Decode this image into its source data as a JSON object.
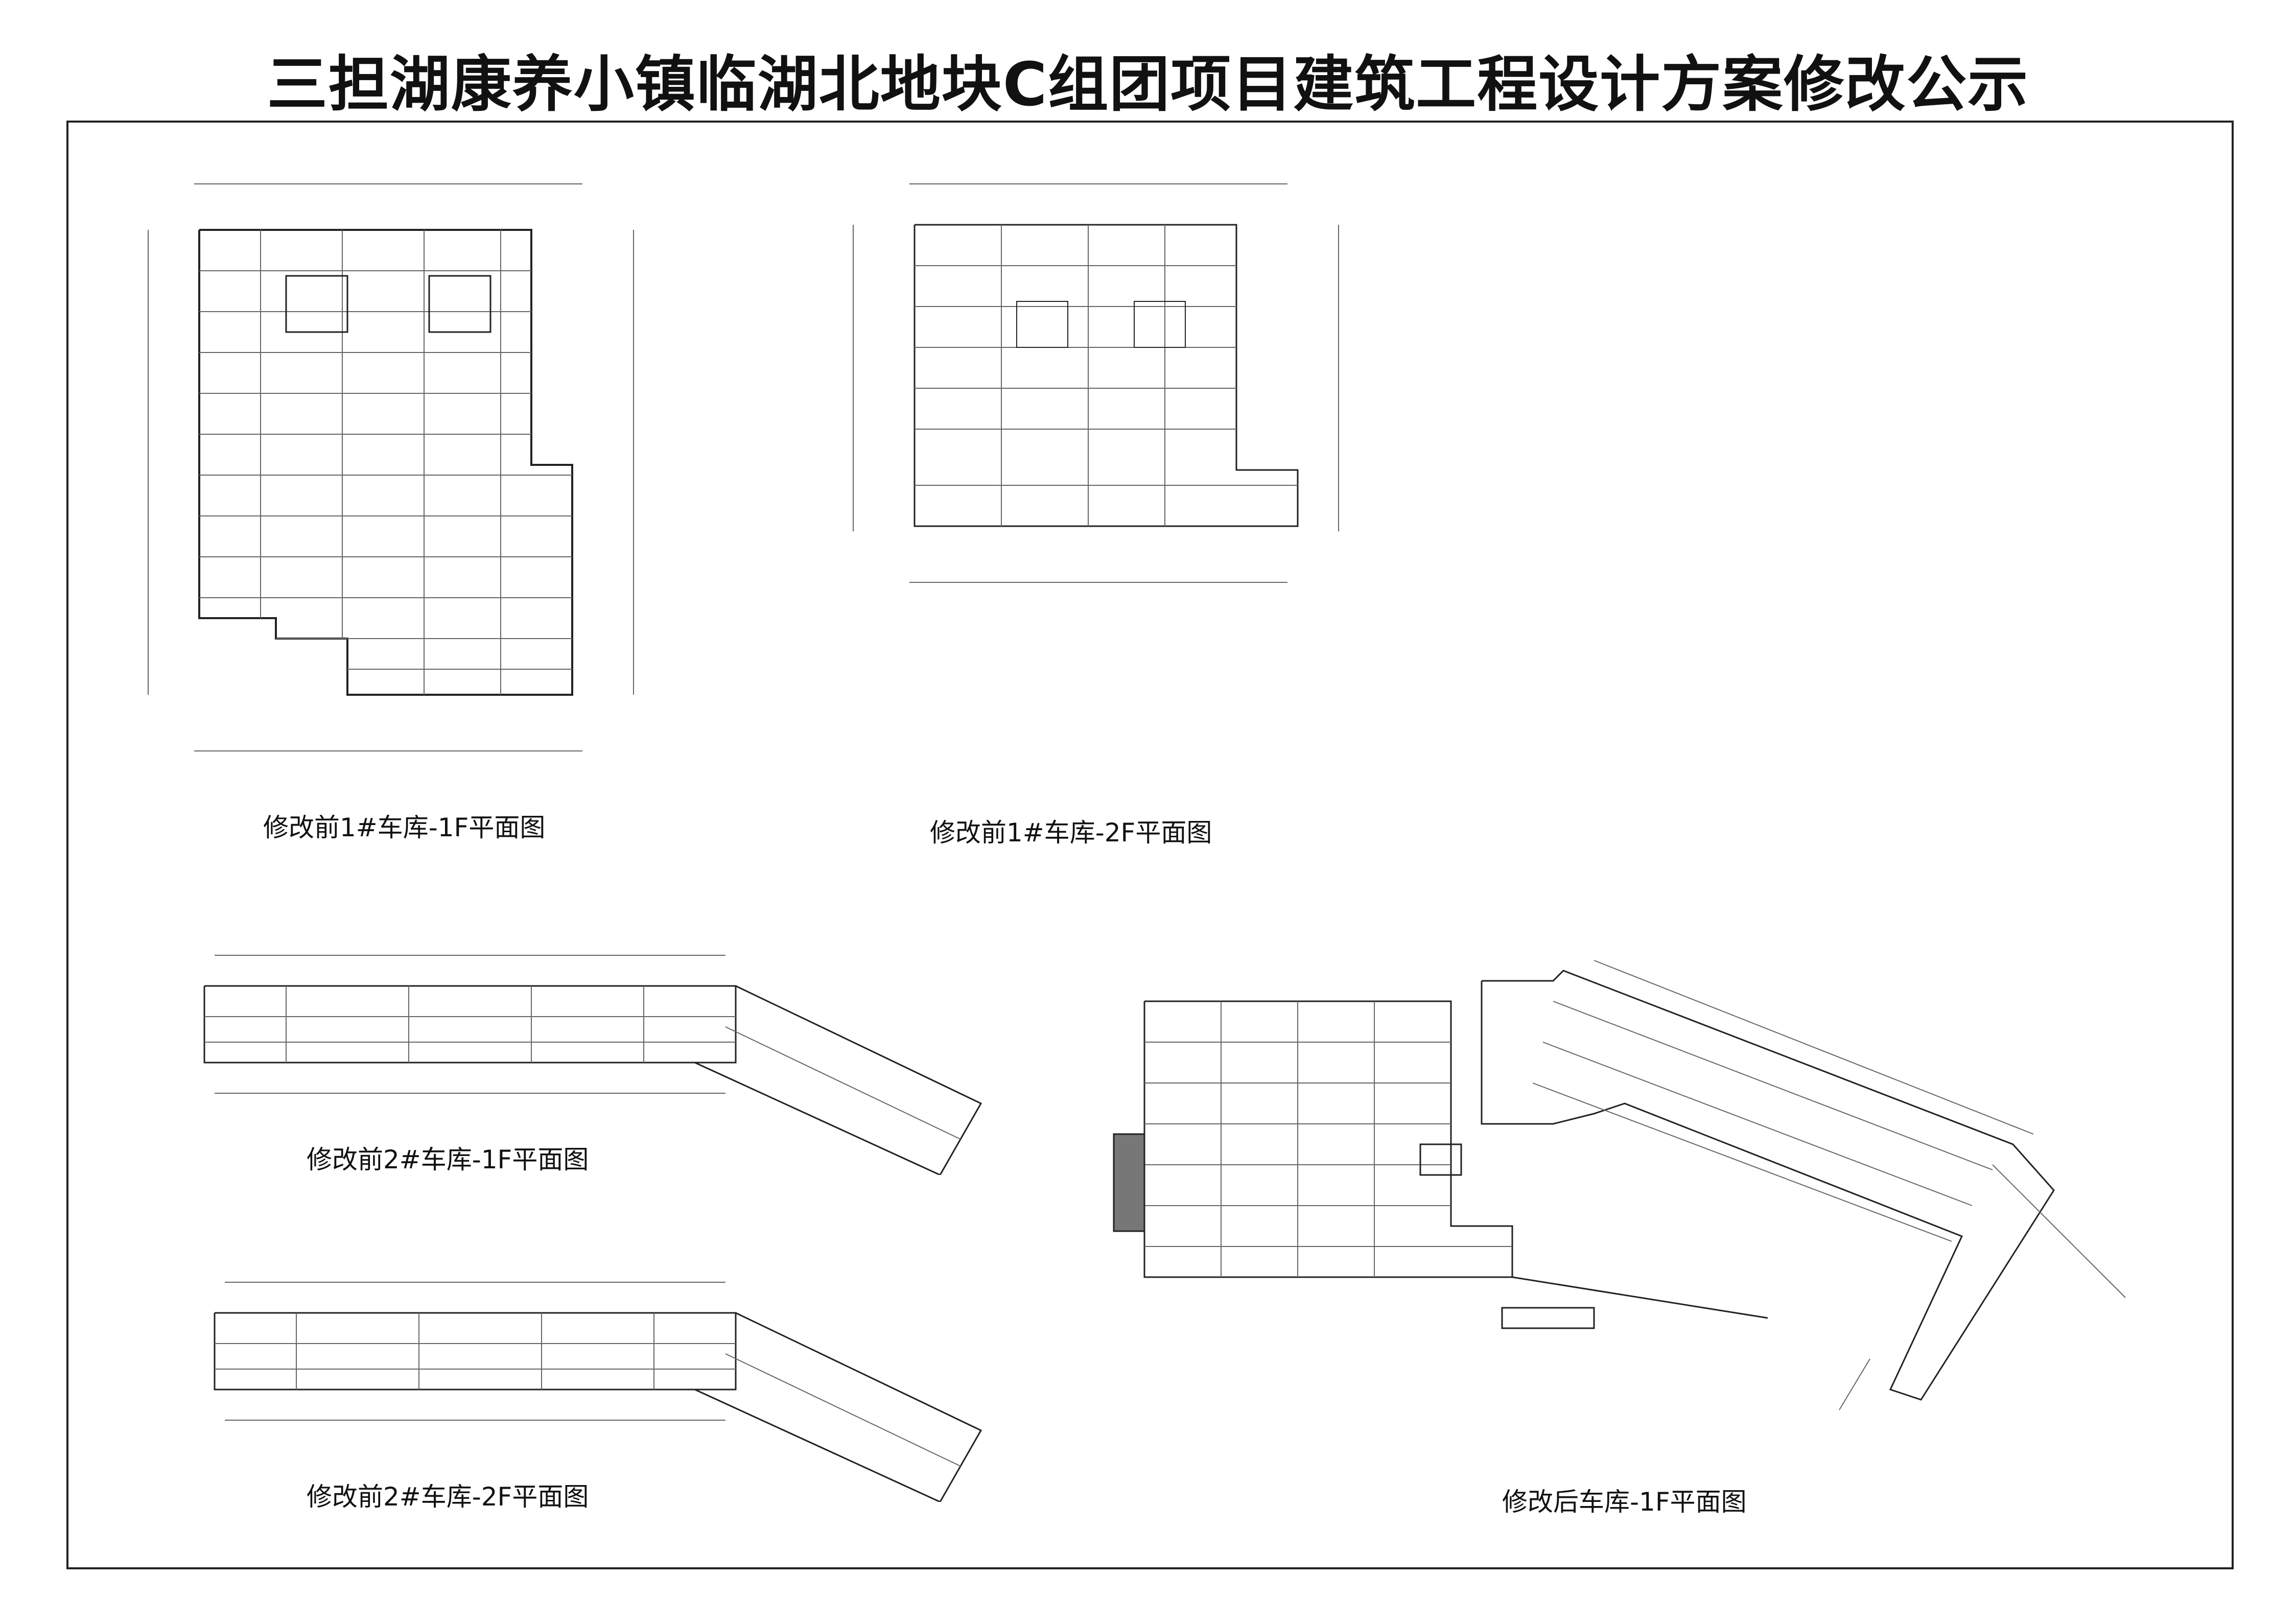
{
  "title": "三担湖康养小镇临湖北地块C组团项目建筑工程设计方案修改公示",
  "drawings": [
    {
      "id": "before-1-b1",
      "caption": "修改前1#车库-1F平面图"
    },
    {
      "id": "before-1-b2",
      "caption": "修改前1#车库-2F平面图"
    },
    {
      "id": "before-2-b1",
      "caption": "修改前2#车库-1F平面图"
    },
    {
      "id": "before-2-b2",
      "caption": "修改前2#车库-2F平面图"
    },
    {
      "id": "after-b1",
      "caption": "修改后车库-1F平面图"
    }
  ]
}
